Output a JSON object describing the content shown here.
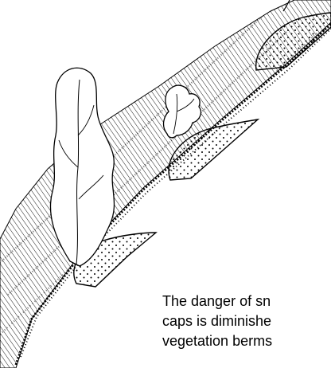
{
  "figure": {
    "caption_lines": [
      "The danger of sn",
      "caps is diminishe",
      "vegetation berms"
    ]
  },
  "colors": {
    "ink": "#000000",
    "paper": "#ffffff"
  }
}
